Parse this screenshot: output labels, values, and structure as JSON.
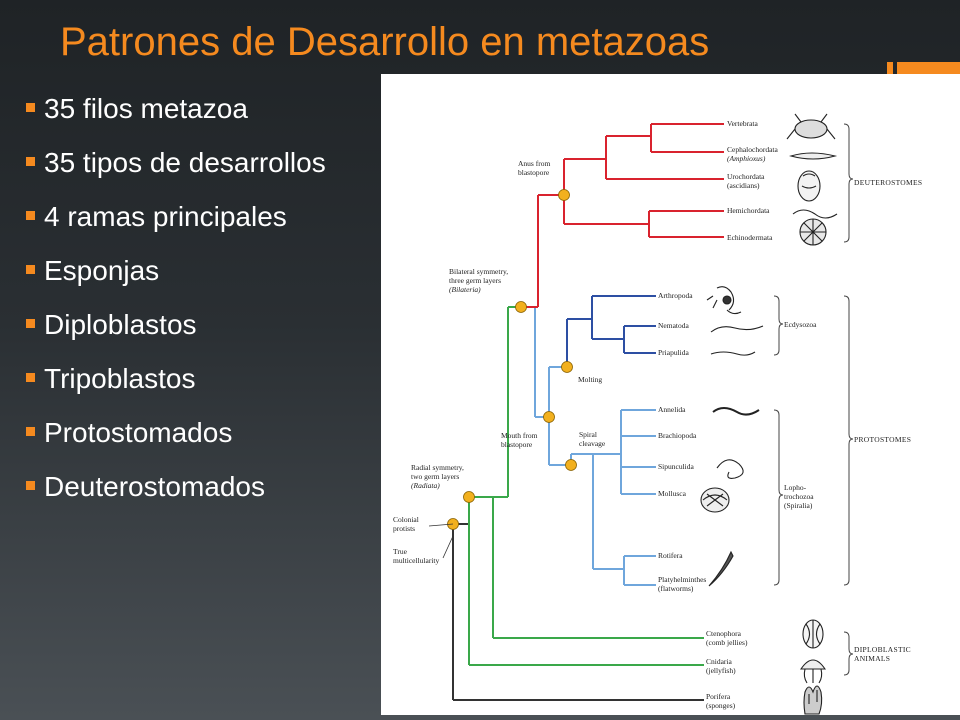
{
  "slide": {
    "title": "Patrones de Desarrollo en metazoas",
    "bullets": [
      "35 filos metazoa",
      "35 tipos de desarrollos",
      "4 ramas principales",
      "Esponjas",
      "Diploblastos",
      "Tripoblastos",
      "Protostomados",
      "Deuterostomados"
    ],
    "colors": {
      "title": "#f58a1f",
      "bullet": "#f58a1f",
      "text": "#ffffff"
    }
  },
  "tree": {
    "taxa": {
      "vertebrata": "Vertebrata",
      "cephalochordata": "Cephalochordata",
      "cephalochordata_sub": "(Amphioxus)",
      "urochordata": "Urochordata",
      "urochordata_sub": "(ascidians)",
      "hemichordata": "Hemichordata",
      "echinodermata": "Echinodermata",
      "arthropoda": "Arthropoda",
      "nematoda": "Nematoda",
      "priapulida": "Priapulida",
      "annelida": "Annelida",
      "brachiopoda": "Brachiopoda",
      "sipunculida": "Sipunculida",
      "mollusca": "Mollusca",
      "rotifera": "Rotifera",
      "platyhelminthes": "Platyhelminthes",
      "platyhelminthes_sub": "(flatworms)",
      "ctenophora": "Ctenophora",
      "ctenophora_sub": "(comb jellies)",
      "cnidaria": "Cnidaria",
      "cnidaria_sub": "(jellyfish)",
      "porifera": "Porifera",
      "porifera_sub": "(sponges)"
    },
    "nodes": {
      "anus1": "Anus from",
      "anus2": "blastopore",
      "bil1": "Bilateral symmetry,",
      "bil2": "three germ layers",
      "bil3": "(Bilateria)",
      "molting": "Molting",
      "mouth1": "Mouth from",
      "mouth2": "blastopore",
      "spiral1": "Spiral",
      "spiral2": "cleavage",
      "rad1": "Radial symmetry,",
      "rad2": "two germ layers",
      "rad3": "(Radiata)",
      "col1": "Colonial",
      "col2": "protists",
      "true1": "True",
      "true2": "multicellularity"
    },
    "groups": {
      "deuterostomes": "DEUTEROSTOMES",
      "protostomes": "PROTOSTOMES",
      "ecdysozoa": "Ecdysozoa",
      "lopho1": "Lopho-",
      "lopho2": "trochozoa",
      "lopho3": "(Spiralia)",
      "diplo1": "DIPLOBLASTIC",
      "diplo2": "ANIMALS"
    },
    "colors": {
      "deuterostome_branch": "#d9232e",
      "ecdysozoa_branch": "#2d4fa3",
      "lophotrochozoa_branch": "#6fa6dc",
      "radiata_branch": "#3aa84a",
      "root_branch": "#333333",
      "node_dot": "#f2b01e"
    }
  }
}
